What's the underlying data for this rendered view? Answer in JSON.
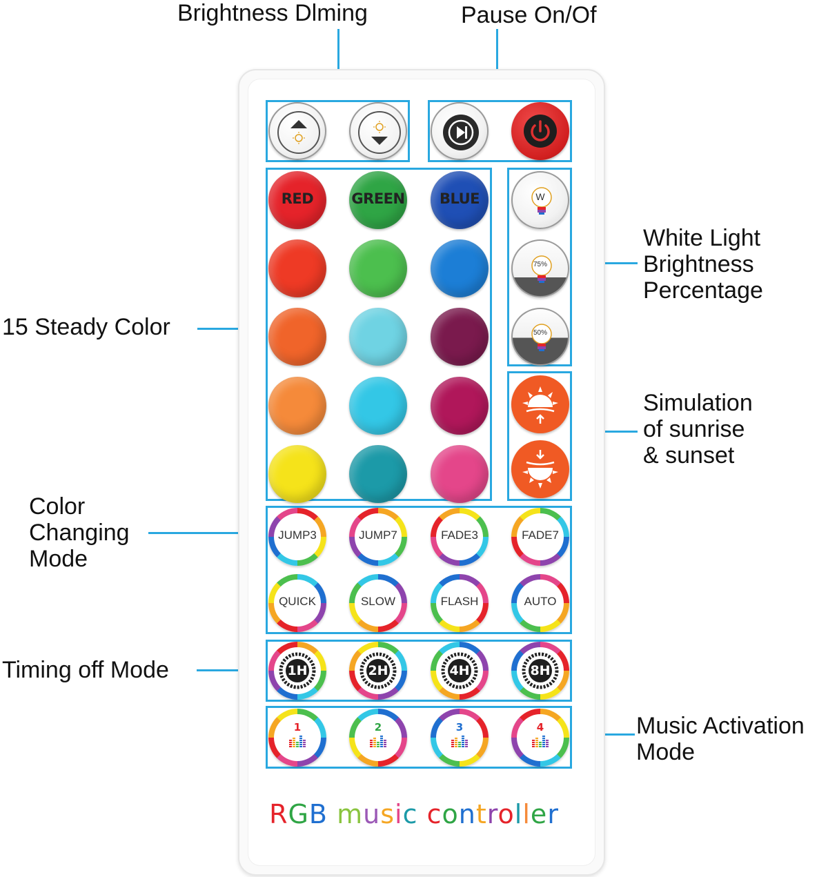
{
  "callouts": {
    "brightness": "Brightness Dlming",
    "pause": "Pause On/Of",
    "steady": "15 Steady Color",
    "white_l1": "White Light",
    "white_l2": "Brightness",
    "white_l3": "Percentage",
    "sun_l1": "Simulation",
    "sun_l2": "of sunrise",
    "sun_l3": "& sunset",
    "change_l1": "Color",
    "change_l2": "Changing",
    "change_l3": "Mode",
    "timing": "Timing off Mode",
    "music_l1": "Music Activation",
    "music_l2": "Mode"
  },
  "top_buttons": [
    {
      "name": "brightness-up",
      "icon": "brightness-up-icon"
    },
    {
      "name": "brightness-down",
      "icon": "brightness-down-icon"
    },
    {
      "name": "play-pause",
      "icon": "play-pause-icon"
    },
    {
      "name": "power",
      "icon": "power-icon"
    }
  ],
  "color_labels": [
    "RED",
    "GREEN",
    "BLUE"
  ],
  "colors": [
    [
      "#e5232a",
      "#2fa545",
      "#1f4fb5"
    ],
    [
      "#ee3a25",
      "#4cbf4e",
      "#1c7ed6"
    ],
    [
      "#f0642a",
      "#6fd3e3",
      "#7a1a4d"
    ],
    [
      "#f58a3a",
      "#33c7e6",
      "#b0175a"
    ],
    [
      "#f5e31a",
      "#1c9aa8",
      "#e4468a"
    ]
  ],
  "white_buttons": [
    "W",
    "75%",
    "50%"
  ],
  "sun_buttons": [
    "sunrise-icon",
    "sunset-icon"
  ],
  "sun_color": "#f05a24",
  "accent_color": "#29a8e0",
  "modes": [
    [
      "JUMP3",
      "JUMP7",
      "FADE3",
      "FADE7"
    ],
    [
      "QUICK",
      "SLOW",
      "FLASH",
      "AUTO"
    ]
  ],
  "timers": [
    "1H",
    "2H",
    "4H",
    "8H"
  ],
  "music": [
    "1",
    "2",
    "3",
    "4"
  ],
  "brand": {
    "letters": [
      "R",
      "G",
      "B",
      " ",
      "m",
      "u",
      "s",
      "i",
      "c",
      " ",
      "c",
      "o",
      "n",
      "t",
      "r",
      "o",
      "l",
      "l",
      "e",
      "r"
    ],
    "colors": [
      "#e5232a",
      "#2fa545",
      "#1f6fd0",
      "",
      "#8ac43f",
      "#9b59b6",
      "#f5a623",
      "#e4468a",
      "#1c9aa8",
      "",
      "#e5232a",
      "#2fa545",
      "#1f6fd0",
      "#f5a623",
      "#8e44ad",
      "#e5232a",
      "#1c9aa8",
      "#f58a3a",
      "#2fa545",
      "#1f6fd0"
    ]
  }
}
